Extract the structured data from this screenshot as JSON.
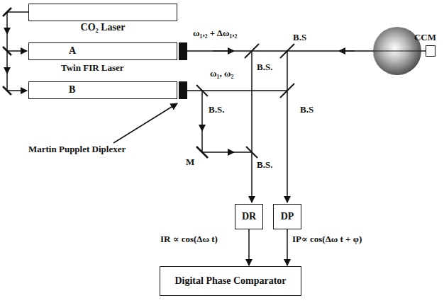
{
  "diagram": {
    "nodes": [
      {
        "text": [
          "CO₂ Laser"
        ]
      },
      {
        "text": [
          "A"
        ]
      },
      {
        "text": [
          "B"
        ]
      },
      {
        "text": [
          "CCM"
        ]
      },
      {
        "text": [
          "DR"
        ]
      },
      {
        "text": [
          "DP"
        ]
      },
      {
        "text": [
          "Digital Phase Comparator"
        ]
      }
    ],
    "edges": [
      {
        "from": 4,
        "to": 6,
        "arrow": "to"
      },
      {
        "from": 5,
        "to": 6,
        "arrow": "to"
      }
    ],
    "labels": [
      "Twin FIR Laser",
      "Martin Pupplet Diplexer",
      "ω₁,₂ + Δω₁,₂",
      "ω₁, ω₂",
      "B.S.",
      "B.S",
      "B.S.",
      "B.S",
      "B.S.",
      "M",
      "IR ∝ cos(Δω t)",
      "IP∝ cos(Δω t + φ)"
    ]
  }
}
